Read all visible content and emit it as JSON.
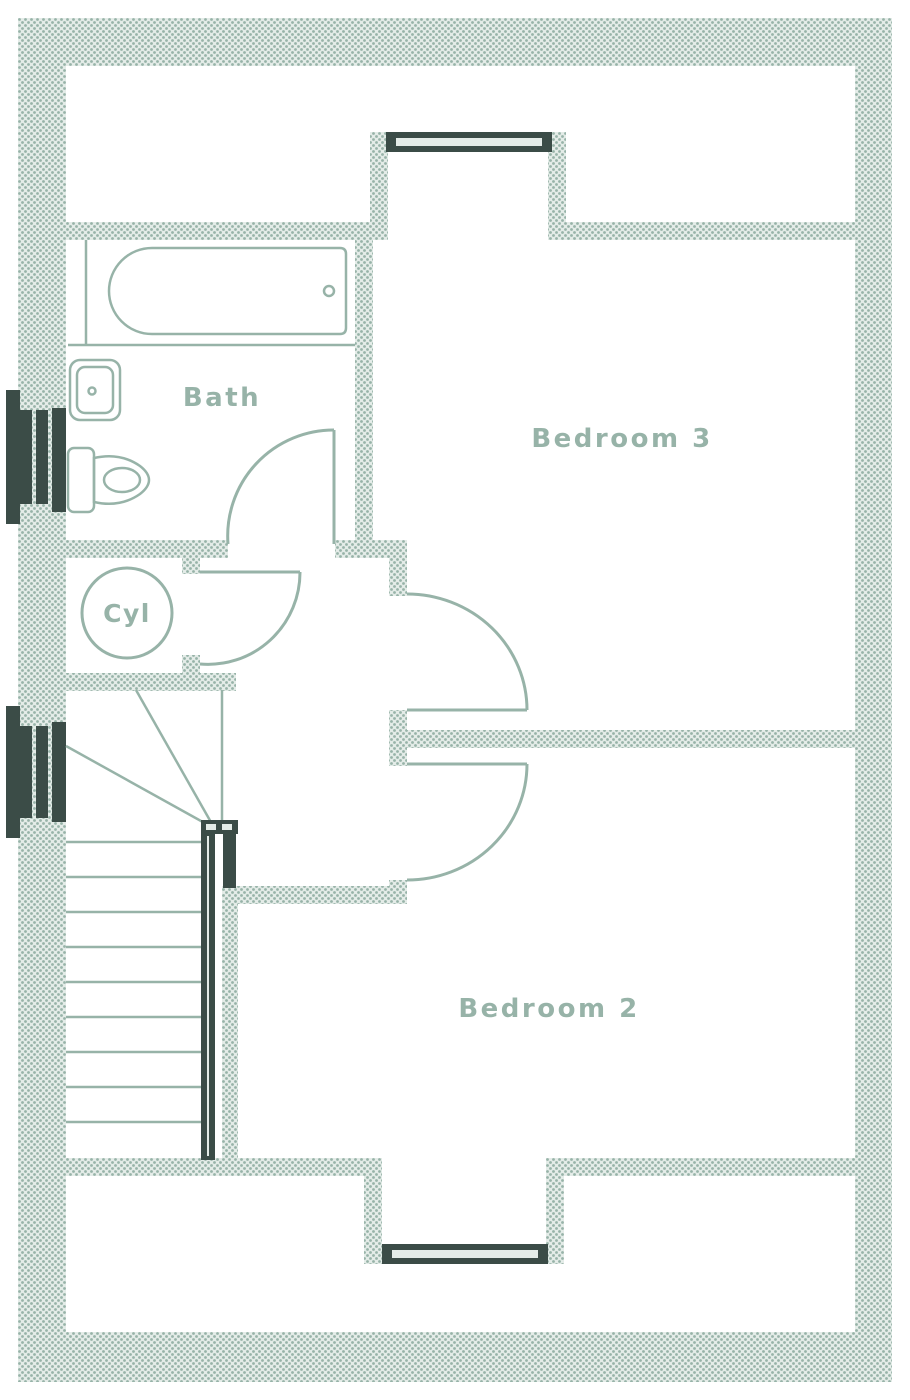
{
  "rooms": {
    "bath": "Bath",
    "bedroom3": "Bedroom 3",
    "bedroom2": "Bedroom 2",
    "cylinder": "Cyl"
  },
  "colors": {
    "wall": "#97b3a8",
    "window": "#3b4c47",
    "background": "#ffffff"
  }
}
